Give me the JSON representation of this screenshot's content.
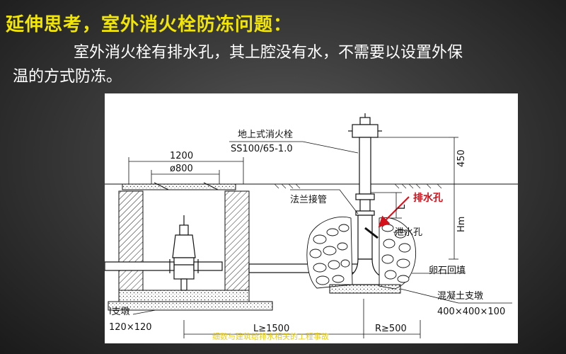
{
  "slide": {
    "title": "延伸思考，室外消火栓防冻问题：",
    "body_line1": "室外消火栓有排水孔，其上腔没有水，不需要以设置外保",
    "body_line2": "温的方式防冻。"
  },
  "figure": {
    "hydrant_label": "地上式消火栓",
    "hydrant_model": "SS100/65-1.0",
    "dim_1200": "1200",
    "dim_phi800": "ø800",
    "dim_450": "450",
    "flange_label": "法兰接管",
    "drain_hole_label": "排水孔",
    "relief_hole_label": "泄水孔",
    "gravel_label": "卵石回填",
    "concrete_label": "混凝土支墩",
    "concrete_size": "400×400×100",
    "left_support_label": "l支墩",
    "left_support_size": "120×120",
    "dim_L": "L≥1500",
    "dim_R": "R≥500",
    "dim_Hm": "Hm",
    "dim_l": "L"
  },
  "watermark": "细数与建筑给排水相关的工程事故",
  "colors": {
    "title": "#f2e600",
    "accent_red": "#d4101a",
    "watermark": "#e5c800"
  }
}
